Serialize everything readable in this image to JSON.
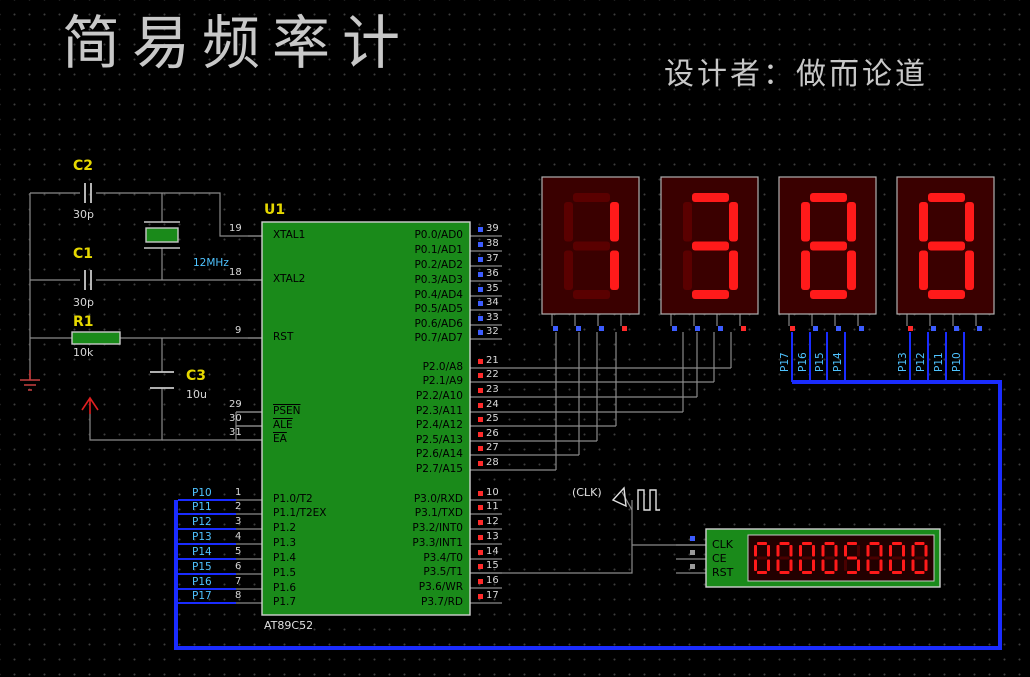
{
  "title": "简易频率计",
  "designer": "设计者：做而论道",
  "components": {
    "c2": {
      "ref": "C2",
      "value": "30p"
    },
    "c1": {
      "ref": "C1",
      "value": "30p"
    },
    "r1": {
      "ref": "R1",
      "value": "10k"
    },
    "c3": {
      "ref": "C3",
      "value": "10u"
    },
    "crystal": {
      "value": "12MHz"
    },
    "mcu": {
      "ref": "U1",
      "part": "AT89C52"
    },
    "clock": {
      "label": "(CLK)"
    }
  },
  "mcu_left_pins": [
    {
      "num": "19",
      "name": "XTAL1"
    },
    {
      "num": "18",
      "name": "XTAL2"
    },
    {
      "num": "9",
      "name": "RST"
    },
    {
      "num": "29",
      "name": "PSEN"
    },
    {
      "num": "30",
      "name": "ALE"
    },
    {
      "num": "31",
      "name": "EA"
    },
    {
      "num": "1",
      "name": "P1.0/T2"
    },
    {
      "num": "2",
      "name": "P1.1/T2EX"
    },
    {
      "num": "3",
      "name": "P1.2"
    },
    {
      "num": "4",
      "name": "P1.3"
    },
    {
      "num": "5",
      "name": "P1.4"
    },
    {
      "num": "6",
      "name": "P1.5"
    },
    {
      "num": "7",
      "name": "P1.6"
    },
    {
      "num": "8",
      "name": "P1.7"
    }
  ],
  "mcu_right_pins": [
    {
      "num": "39",
      "name": "P0.0/AD0"
    },
    {
      "num": "38",
      "name": "P0.1/AD1"
    },
    {
      "num": "37",
      "name": "P0.2/AD2"
    },
    {
      "num": "36",
      "name": "P0.3/AD3"
    },
    {
      "num": "35",
      "name": "P0.4/AD4"
    },
    {
      "num": "34",
      "name": "P0.5/AD5"
    },
    {
      "num": "33",
      "name": "P0.6/AD6"
    },
    {
      "num": "32",
      "name": "P0.7/AD7"
    },
    {
      "num": "21",
      "name": "P2.0/A8"
    },
    {
      "num": "22",
      "name": "P2.1/A9"
    },
    {
      "num": "23",
      "name": "P2.2/A10"
    },
    {
      "num": "24",
      "name": "P2.3/A11"
    },
    {
      "num": "25",
      "name": "P2.4/A12"
    },
    {
      "num": "26",
      "name": "P2.5/A13"
    },
    {
      "num": "27",
      "name": "P2.6/A14"
    },
    {
      "num": "28",
      "name": "P2.7/A15"
    },
    {
      "num": "10",
      "name": "P3.0/RXD"
    },
    {
      "num": "11",
      "name": "P3.1/TXD"
    },
    {
      "num": "12",
      "name": "P3.2/INT0"
    },
    {
      "num": "13",
      "name": "P3.3/INT1"
    },
    {
      "num": "14",
      "name": "P3.4/T0"
    },
    {
      "num": "15",
      "name": "P3.5/T1"
    },
    {
      "num": "16",
      "name": "P3.6/WR"
    },
    {
      "num": "17",
      "name": "P3.7/RD"
    }
  ],
  "bus_labels_left": [
    "P10",
    "P11",
    "P12",
    "P13",
    "P14",
    "P15",
    "P16",
    "P17"
  ],
  "display_bus_labels": [
    "P17",
    "P16",
    "P15",
    "P14",
    "P13",
    "P12",
    "P11",
    "P10"
  ],
  "seven_segment_digits": [
    "1",
    "3",
    "8",
    "8"
  ],
  "counter": {
    "pins": [
      "CLK",
      "CE",
      "RST"
    ],
    "reading": "00005000"
  },
  "colors": {
    "board": "#1a8a1a",
    "wire": "#1e9a1e",
    "bus": "#1a2cff",
    "segment_on": "#ff1a1a",
    "segment_off": "#5a0000",
    "label": "#e6d800"
  }
}
